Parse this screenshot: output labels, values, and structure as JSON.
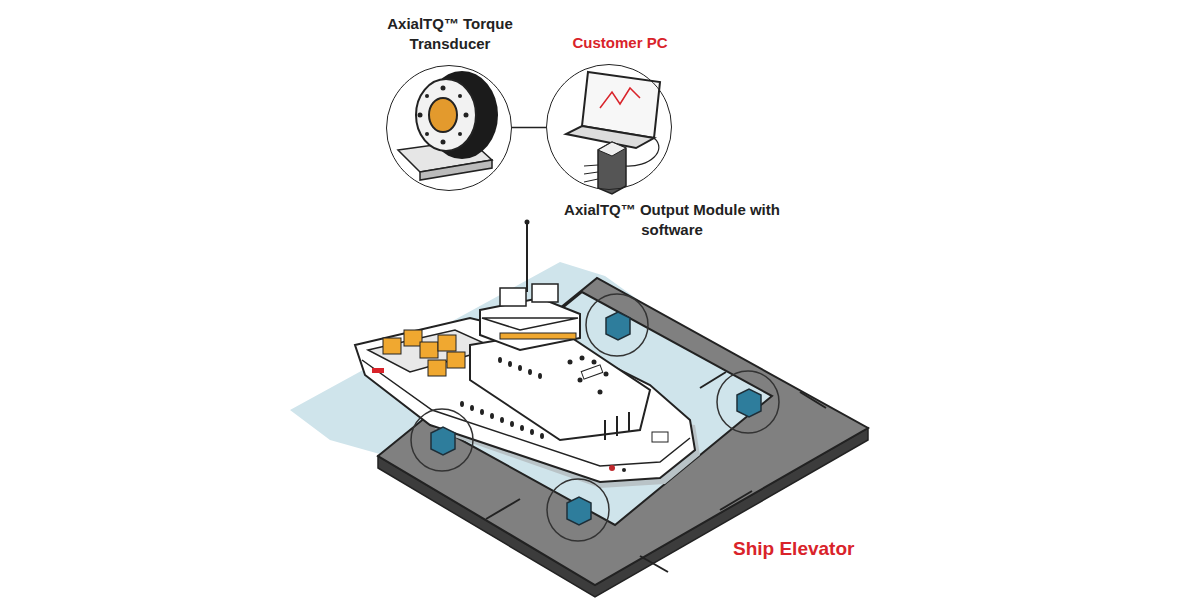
{
  "diagram": {
    "nodes": [
      {
        "text": [
          "AxialTQ™ Torque Transducer"
        ]
      },
      {
        "text": [
          "Customer PC",
          "AxialTQ™ Output Module with software"
        ]
      }
    ],
    "edges": [
      {
        "from": 0,
        "to": 1,
        "arrow": "none"
      }
    ],
    "labels": [
      "Ship Elevator"
    ]
  }
}
